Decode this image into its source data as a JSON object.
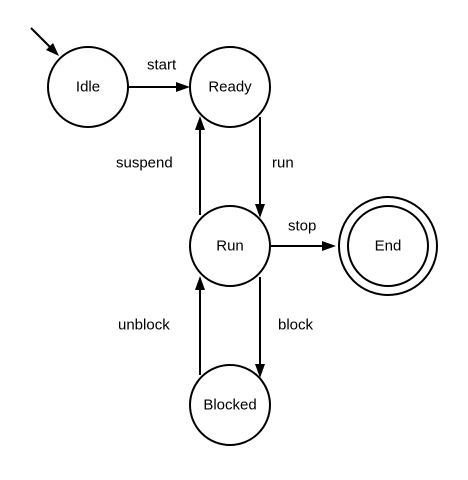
{
  "states": {
    "idle": "Idle",
    "ready": "Ready",
    "run": "Run",
    "end": "End",
    "blocked": "Blocked"
  },
  "transitions": {
    "start": "start",
    "run": "run",
    "suspend": "suspend",
    "stop": "stop",
    "block": "block",
    "unblock": "unblock"
  },
  "colors": {
    "stroke": "#000000",
    "fill": "#ffffff"
  }
}
